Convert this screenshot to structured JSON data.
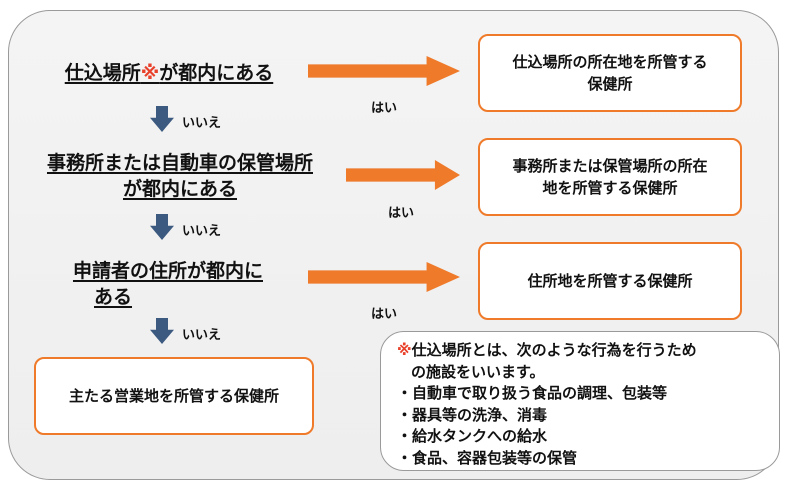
{
  "questions": [
    {
      "text": "仕込場所",
      "mark": "※",
      "text_after": "が都内にある"
    },
    {
      "line1": "事務所または自動車の保管場所",
      "line2": "が都内にある"
    },
    {
      "line1": "申請者の住所が都内に",
      "line2": "ある"
    }
  ],
  "yes_label": "はい",
  "no_label": "いいえ",
  "results": [
    {
      "line1": "仕込場所の所在地を所管する",
      "line2": "保健所"
    },
    {
      "line1": "事務所または保管場所の所在",
      "line2": "地を所管する保健所"
    },
    {
      "line1": "住所地を所管する保健所"
    },
    {
      "line1": "主たる営業地を所管する保健所"
    }
  ],
  "note": {
    "mark": "※",
    "line1": "仕込場所とは、次のような行為を行うため",
    "line2": "の施設をいいます。",
    "items": [
      "・自動車で取り扱う食品の調理、包装等",
      "・器具等の洗浄、消毒",
      "・給水タンクへの給水",
      "・食品、容器包装等の保管"
    ]
  },
  "colors": {
    "accent_orange": "#ef7a2a",
    "down_arrow": "#3c5a80",
    "mark_red": "#e8402a"
  }
}
